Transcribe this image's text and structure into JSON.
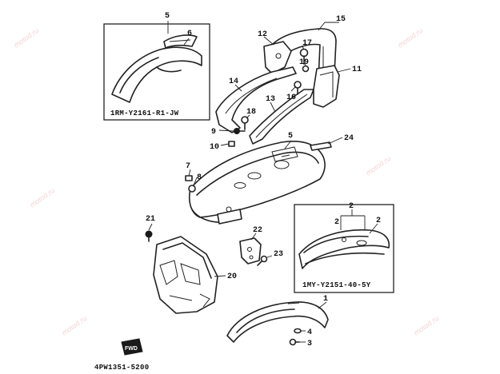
{
  "diagram": {
    "drawing_code": "4PW1351-5200",
    "inset_top_code": "1RM-Y2161-R1-JW",
    "inset_right_code": "1MY-Y2151-40-5Y",
    "watermark_text": "motod.ru",
    "stamp_text": "FWD",
    "callouts": {
      "c1": "1",
      "c2a": "2",
      "c2b": "2",
      "c2c": "2",
      "c3": "3",
      "c4": "4",
      "c5a": "5",
      "c5b": "5",
      "c6": "6",
      "c7": "7",
      "c8": "8",
      "c9": "9",
      "c10": "10",
      "c11": "11",
      "c12": "12",
      "c13": "13",
      "c14": "14",
      "c15": "15",
      "c16": "16",
      "c17": "17",
      "c18": "18",
      "c19": "19",
      "c20": "20",
      "c21": "21",
      "c22": "22",
      "c23": "23",
      "c24": "24"
    }
  }
}
